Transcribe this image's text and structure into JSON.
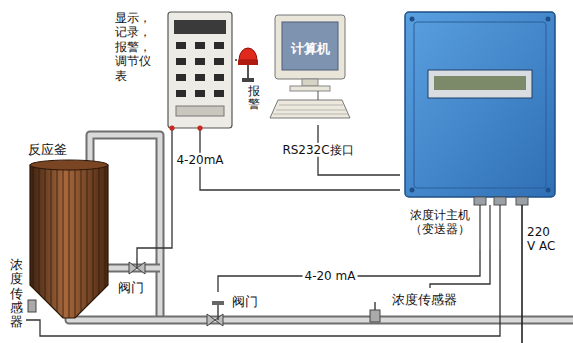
{
  "diagram": {
    "nodes": [
      {
        "text": [
          "反应釜"
        ]
      },
      {
        "text": [
          "浓度传感器"
        ]
      },
      {
        "text": [
          "显示，记录，报警，调节仪表"
        ]
      },
      {
        "text": [
          "报警"
        ]
      },
      {
        "text": [
          "计算机"
        ]
      },
      {
        "text": [
          "浓度计主机（变送器）"
        ]
      },
      {
        "text": [
          "阀门"
        ]
      },
      {
        "text": [
          "阀门"
        ]
      },
      {
        "text": [
          "浓度传感器"
        ]
      }
    ],
    "edges": [
      {
        "from": 2,
        "to": 5,
        "label": "4-20mA",
        "arrow": "none"
      },
      {
        "from": 2,
        "to": 3,
        "arrow": "none"
      },
      {
        "from": 4,
        "to": 5,
        "label": "RS232C接口",
        "arrow": "none"
      },
      {
        "from": 2,
        "to": 6,
        "arrow": "none"
      },
      {
        "from": 5,
        "to": 7,
        "label": "4-20 mA",
        "arrow": "none"
      },
      {
        "from": 5,
        "to": 1,
        "arrow": "none"
      },
      {
        "from": 5,
        "to": 8,
        "arrow": "none"
      }
    ],
    "labels": [
      "220 V AC"
    ]
  }
}
